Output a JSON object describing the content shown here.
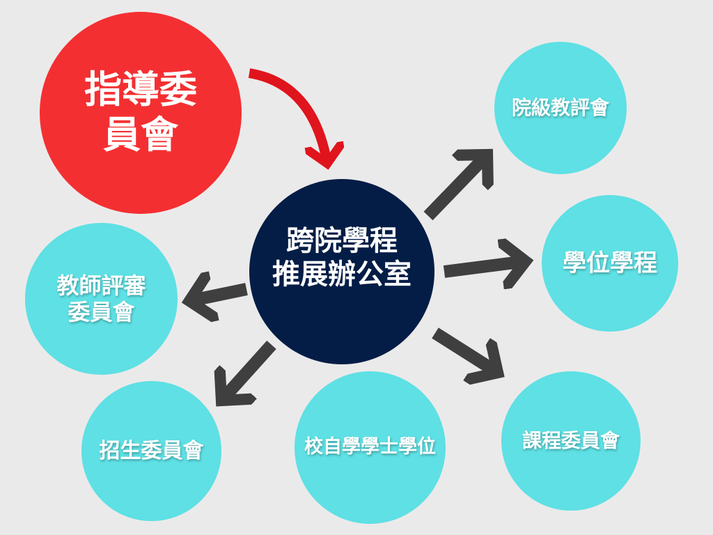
{
  "colors": {
    "background": "#ebeaea",
    "leadership": "#f42f32",
    "center": "#041d46",
    "unit": "#5ee0e4",
    "arrow": "#3f3f3f",
    "red_arrow": "#e0141c"
  },
  "leadership": {
    "label": "指導委\n員會"
  },
  "center": {
    "label": "跨院學程\n推展辦公室"
  },
  "units": [
    {
      "label": "院級教評會"
    },
    {
      "label": "學位學程"
    },
    {
      "label": "課程委員會"
    },
    {
      "label": "校自學學士學位"
    },
    {
      "label": "招生委員會"
    },
    {
      "label": "教師評審\n委員會"
    }
  ]
}
